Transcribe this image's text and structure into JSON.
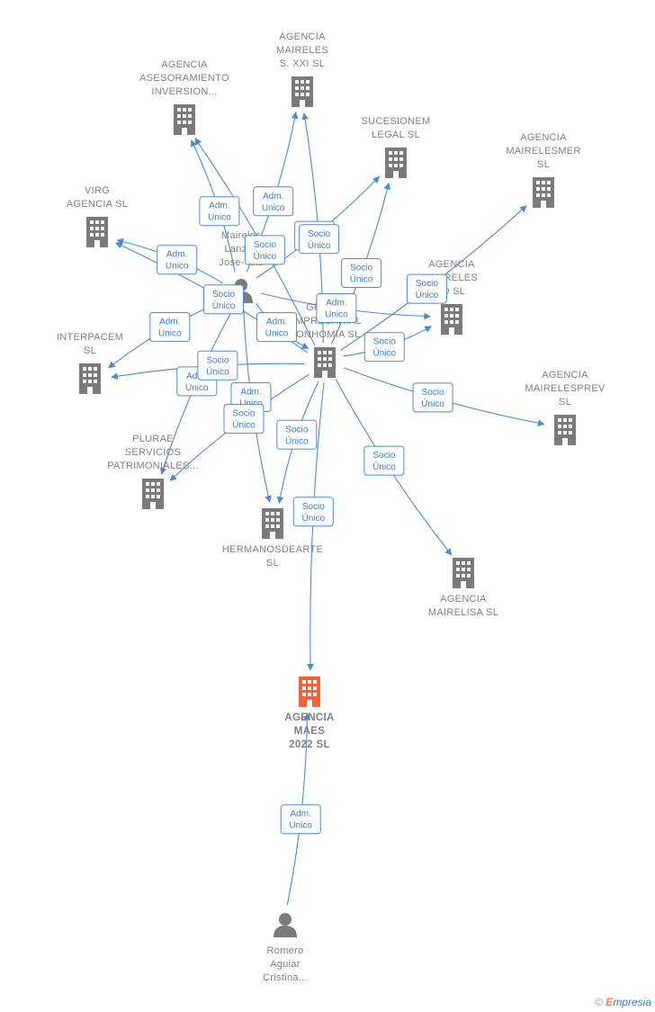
{
  "colors": {
    "edge": "#4a8ad4",
    "node": "#7a7a7a",
    "focus_node": "#f0643c"
  },
  "nodes": [
    {
      "id": "n_maireles_xxi",
      "type": "company",
      "lines": [
        "AGENCIA",
        "MAIRELES",
        "S. XXI  SL"
      ]
    },
    {
      "id": "n_asesoramiento",
      "type": "company",
      "lines": [
        "AGENCIA",
        "ASESORAMIENTO",
        "INVERSION..."
      ]
    },
    {
      "id": "n_sucesionem",
      "type": "company",
      "lines": [
        "SUCESIONEM",
        "LEGAL  SL"
      ]
    },
    {
      "id": "n_mairelesmer",
      "type": "company",
      "lines": [
        "AGENCIA",
        "MAIRELESMER",
        "SL"
      ]
    },
    {
      "id": "n_virg",
      "type": "company",
      "lines": [
        "VIRG",
        "AGENCIA  SL"
      ]
    },
    {
      "id": "n_person_lanzas",
      "type": "person",
      "lines": [
        "Maireles",
        "Lanzas",
        "Jose- luis"
      ]
    },
    {
      "id": "n_grupo",
      "type": "company",
      "lines": [
        "GRUPO",
        "EMPRESARIAL",
        "BONHOMIA  SL"
      ]
    },
    {
      "id": "n_maireles_20",
      "type": "company",
      "lines": [
        "AGENCIA",
        "MAIRELES",
        "20  SL"
      ]
    },
    {
      "id": "n_interpacem",
      "type": "company",
      "lines": [
        "INTERPACEM",
        "SL"
      ]
    },
    {
      "id": "n_mairelesprev",
      "type": "company",
      "lines": [
        "AGENCIA",
        "MAIRELESPREV",
        "SL"
      ]
    },
    {
      "id": "n_plurae",
      "type": "company",
      "lines": [
        "PLURAE",
        "SERVICIOS",
        "PATRIMONIALES..."
      ]
    },
    {
      "id": "n_hermanos",
      "type": "company",
      "lines": [
        "HERMANOSDEARTE",
        "SL"
      ]
    },
    {
      "id": "n_mairelisa",
      "type": "company",
      "lines": [
        "AGENCIA",
        "MAIRELISA  SL"
      ]
    },
    {
      "id": "n_maes",
      "type": "company_focus",
      "lines": [
        "AGENCIA",
        "MAES",
        "2022  SL"
      ]
    },
    {
      "id": "n_person_romero",
      "type": "person",
      "lines": [
        "Romero",
        "Aguiar",
        "Cristina..."
      ]
    }
  ],
  "edges": [
    {
      "from": "n_person_lanzas",
      "to": "n_maireles_xxi",
      "label": [
        "Adm.",
        "Unico"
      ]
    },
    {
      "from": "n_person_lanzas",
      "to": "n_asesoramiento",
      "label": [
        "Adm.",
        "Unico"
      ]
    },
    {
      "from": "n_person_lanzas",
      "to": "n_virg",
      "label": [
        "Adm.",
        "Unico"
      ]
    },
    {
      "from": "n_person_lanzas",
      "to": "n_interpacem",
      "label": [
        "Adm.",
        "Unico"
      ]
    },
    {
      "from": "n_person_lanzas",
      "to": "n_sucesionem",
      "label": [
        "Adm.",
        "Unico"
      ]
    },
    {
      "from": "n_person_lanzas",
      "to": "n_grupo",
      "label": [
        "Adm.",
        "Unico"
      ]
    },
    {
      "from": "n_person_lanzas",
      "to": "n_maireles_20",
      "label": [
        "Adm.",
        "Unico"
      ]
    },
    {
      "from": "n_person_lanzas",
      "to": "n_hermanos",
      "label": [
        "Adm.",
        "Unico"
      ]
    },
    {
      "from": "n_person_lanzas",
      "to": "n_plurae",
      "label": [
        "Adm.",
        "Unico"
      ]
    },
    {
      "from": "n_grupo",
      "to": "n_asesoramiento",
      "label": [
        "Socio",
        "Único"
      ]
    },
    {
      "from": "n_grupo",
      "to": "n_maireles_xxi",
      "label": [
        "Socio",
        "Único"
      ]
    },
    {
      "from": "n_grupo",
      "to": "n_sucesionem",
      "label": [
        "Socio",
        "Único"
      ]
    },
    {
      "from": "n_grupo",
      "to": "n_mairelesmer",
      "label": [
        "Socio",
        "Único"
      ]
    },
    {
      "from": "n_grupo",
      "to": "n_virg",
      "label": [
        "Socio",
        "Único"
      ]
    },
    {
      "from": "n_grupo",
      "to": "n_maireles_20",
      "label": [
        "Socio",
        "Único"
      ]
    },
    {
      "from": "n_grupo",
      "to": "n_interpacem",
      "label": [
        "Socio",
        "Único"
      ]
    },
    {
      "from": "n_grupo",
      "to": "n_mairelesprev",
      "label": [
        "Socio",
        "Único"
      ]
    },
    {
      "from": "n_grupo",
      "to": "n_plurae",
      "label": [
        "Socio",
        "Único"
      ]
    },
    {
      "from": "n_grupo",
      "to": "n_hermanos",
      "label": [
        "Socio",
        "Único"
      ]
    },
    {
      "from": "n_grupo",
      "to": "n_mairelisa",
      "label": [
        "Socio",
        "Único"
      ]
    },
    {
      "from": "n_grupo",
      "to": "n_maes",
      "label": [
        "Socio",
        "Único"
      ]
    },
    {
      "from": "n_person_romero",
      "to": "n_maes",
      "label": [
        "Adm.",
        "Unico"
      ]
    }
  ],
  "footer": {
    "copyright": "©",
    "brand_e": "E",
    "brand_rest": "mpresia"
  }
}
